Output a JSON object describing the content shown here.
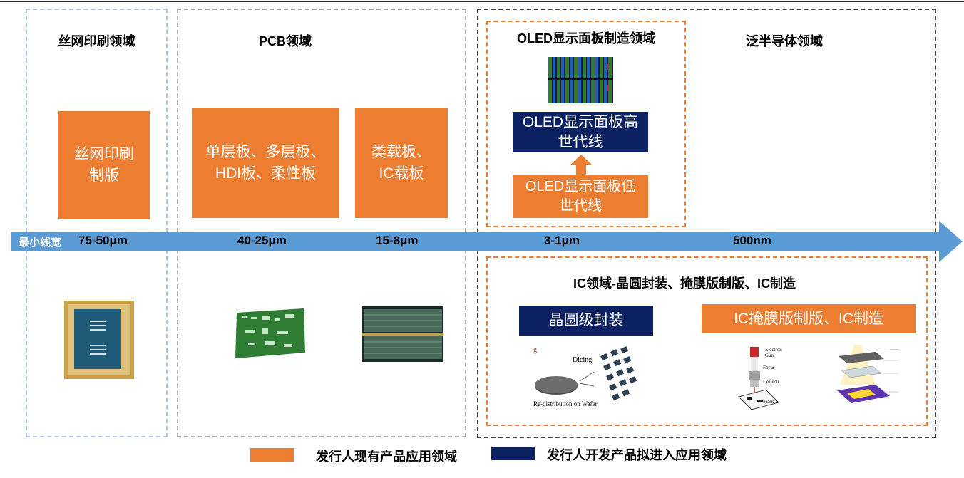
{
  "domains": {
    "screen": {
      "title": "丝网印刷领域",
      "box": "丝网印刷\n制版"
    },
    "pcb": {
      "title": "PCB领域",
      "box1": "单层板、多层板、\nHDI板、柔性板",
      "box2": "类载板、\nIC载板"
    },
    "oled": {
      "title": "OLED显示面板制造领域",
      "high": "OLED显示面板高\n世代线",
      "low": "OLED显示面板低\n世代线"
    },
    "semi": {
      "title": "泛半导体领域"
    },
    "ic": {
      "title": "IC领域-晶圆封装、掩膜版制版、IC制造",
      "wafer_box": "晶圆级封装",
      "mask_box": "IC掩膜版制版、IC制造",
      "dicing_label": "Dicing",
      "redistribution_label": "Re-distribution on Wafer",
      "ebeam_labels": [
        "Electron Gun",
        "Focus",
        "Deflecti",
        "Mask"
      ]
    }
  },
  "axis": {
    "label": "最小线宽",
    "ticks": [
      "75-50μm",
      "40-25μm",
      "15-8μm",
      "3-1μm",
      "500nm"
    ]
  },
  "legend": {
    "existing": "发行人现有产品应用领域",
    "developing": "发行人开发产品拟进入应用领域"
  },
  "colors": {
    "orange": "#ed7d31",
    "navy": "#0b2161",
    "arrow": "#5b9bd5"
  }
}
